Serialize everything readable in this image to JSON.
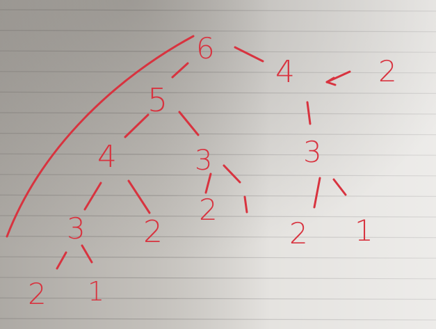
{
  "paper": {
    "background": "#d7d4cf",
    "rule_color": "#a9a6a3",
    "shadow_color": "#6f6b66"
  },
  "ink": {
    "color": "#d8333f"
  },
  "tree": {
    "nodes": [
      {
        "id": "n6",
        "label": "6"
      },
      {
        "id": "n4r",
        "label": "4"
      },
      {
        "id": "n2r",
        "label": "2"
      },
      {
        "id": "n5",
        "label": "5"
      },
      {
        "id": "n4l",
        "label": "4"
      },
      {
        "id": "n3m",
        "label": "3"
      },
      {
        "id": "n3r",
        "label": "3"
      },
      {
        "id": "n3l",
        "label": "3"
      },
      {
        "id": "n2a",
        "label": "2"
      },
      {
        "id": "n2b",
        "label": "2"
      },
      {
        "id": "n1b",
        "label": "1"
      },
      {
        "id": "n2c",
        "label": "2"
      },
      {
        "id": "n1c",
        "label": "1"
      },
      {
        "id": "n2d",
        "label": "2"
      },
      {
        "id": "n1d",
        "label": "1"
      }
    ]
  }
}
